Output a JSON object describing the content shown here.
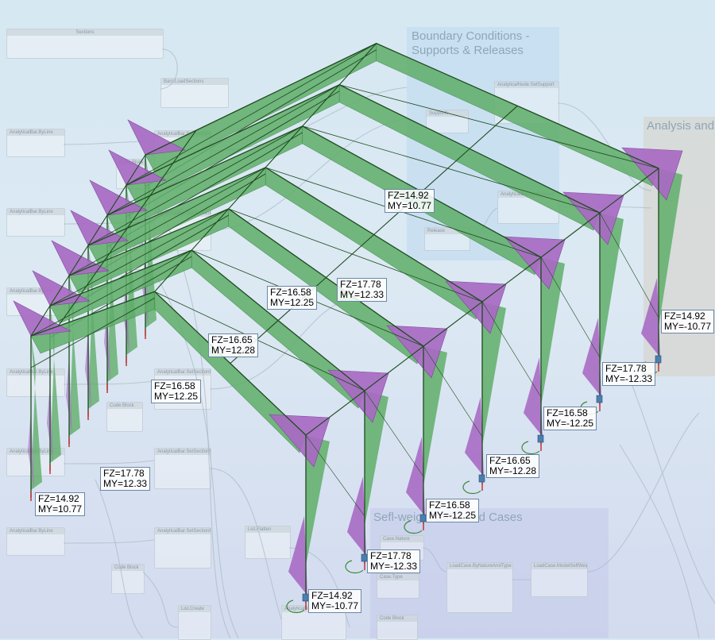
{
  "groups": {
    "boundary_title": "Boundary Conditions - Supports & Releases",
    "analysis_title": "Analysis and Res",
    "selfweight_title": "Sefl-weight and Load Cases"
  },
  "nodes": [
    {
      "title": "Sections"
    },
    {
      "title": "Bars.LoadSections"
    },
    {
      "title": "AnalyticalBar.ByLine"
    },
    {
      "title": "AnalyticalBar.SetSectionByName"
    },
    {
      "title": "Code Block"
    },
    {
      "title": "AnalyticalBar.ByLine"
    },
    {
      "title": "AnalyticalBar.SetSectionByName"
    },
    {
      "title": "Code Block"
    },
    {
      "title": "AnalyticalBar.ByLine"
    },
    {
      "title": "AnalyticalBar.ByLine"
    },
    {
      "title": "AnalyticalBar.SetSectionByName"
    },
    {
      "title": "Code Block"
    },
    {
      "title": "AnalyticalBar.ByLine"
    },
    {
      "title": "AnalyticalBar.SetSectionByName"
    },
    {
      "title": "AnalyticalBar.ByLine"
    },
    {
      "title": "AnalyticalBar.SetSectionByName"
    },
    {
      "title": "Code Block"
    },
    {
      "title": "List.Flatten"
    },
    {
      "title": "List.Create"
    },
    {
      "title": "AnalyticalBar..."
    },
    {
      "title": "AnalyticalNode.SetSupport"
    },
    {
      "title": "Supports"
    },
    {
      "title": "AnalyticalBar.SetRelease"
    },
    {
      "title": "Release"
    },
    {
      "title": "Case.Nature"
    },
    {
      "title": "LoadCase.ByNatureAndType"
    },
    {
      "title": "LoadCase.ModelSelfWeight"
    },
    {
      "title": "Case.Type"
    },
    {
      "title": "Code Block"
    }
  ],
  "reactions": [
    {
      "fz": "FZ=14.92",
      "my": "MY=10.77"
    },
    {
      "fz": "FZ=16.58",
      "my": "MY=12.25"
    },
    {
      "fz": "FZ=17.78",
      "my": "MY=12.33"
    },
    {
      "fz": "FZ=16.65",
      "my": "MY=12.28"
    },
    {
      "fz": "FZ=16.58",
      "my": "MY=12.25"
    },
    {
      "fz": "FZ=17.78",
      "my": "MY=12.33"
    },
    {
      "fz": "FZ=14.92",
      "my": "MY=10.77"
    },
    {
      "fz": "FZ=14.92",
      "my": "MY=-10.77"
    },
    {
      "fz": "FZ=17.78",
      "my": "MY=-12.33"
    },
    {
      "fz": "FZ=16.58",
      "my": "MY=-12.25"
    },
    {
      "fz": "FZ=16.65",
      "my": "MY=-12.28"
    },
    {
      "fz": "FZ=16.58",
      "my": "MY=-12.25"
    },
    {
      "fz": "FZ=17.78",
      "my": "MY=-12.33"
    },
    {
      "fz": "FZ=14.92",
      "my": "MY=-10.77"
    }
  ],
  "colors": {
    "moment_fill": "#5fae69",
    "axial_fill": "#a96bc4",
    "member_line": "#1e4a1e",
    "reaction_line": "#c22a2a",
    "label_border": "#6c86a6",
    "group_blue": "#c4deef",
    "group_gray": "#d9d4cc"
  }
}
